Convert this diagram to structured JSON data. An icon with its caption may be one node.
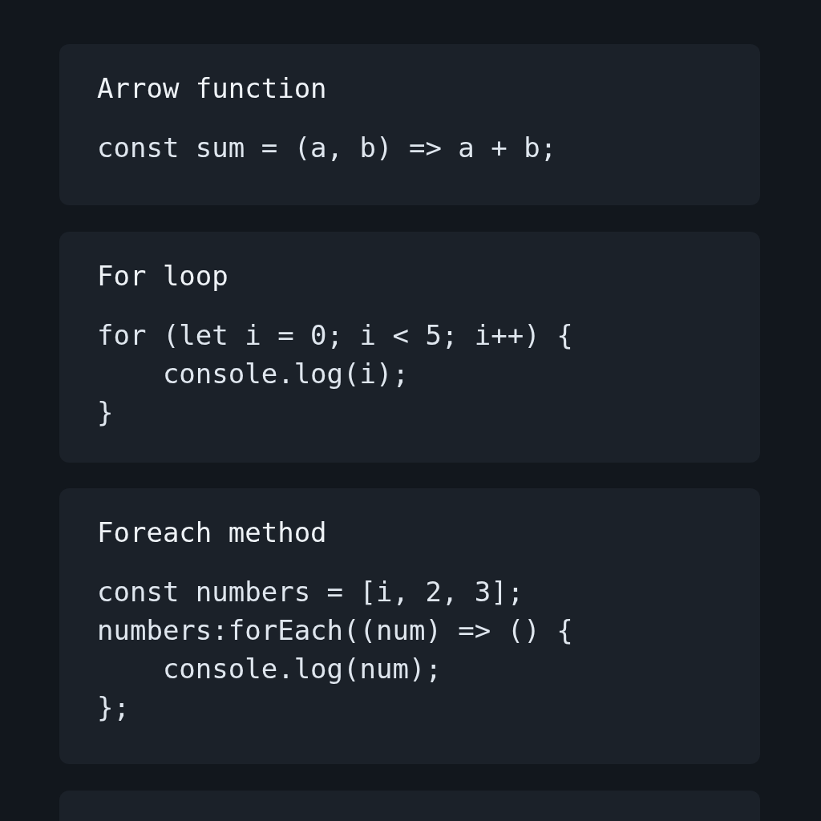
{
  "diagram": {
    "nodes": [
      {
        "text": [
          "Arrow function",
          "const sum = (a, b) => a + b;"
        ]
      },
      {
        "text": [
          "For loop",
          "for (let i = 0; i < 5; i++) {",
          "    console.log(i);",
          "}"
        ]
      },
      {
        "text": [
          "Foreach method",
          "const numbers = [i, 2, 3];",
          "numbers:forEach((num) => () {",
          "    console.log(num);",
          "};"
        ]
      },
      {
        "text": [],
        "shape": "box"
      }
    ]
  }
}
